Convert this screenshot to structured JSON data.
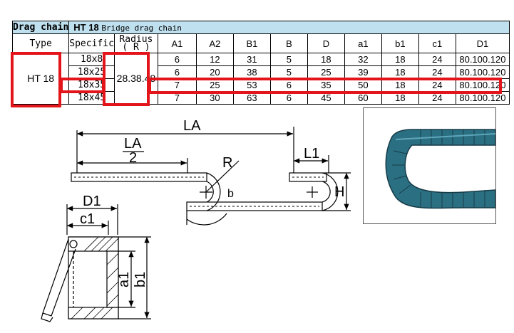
{
  "table": {
    "title_left": "Drag chain",
    "title_model": "HT 18",
    "title_desc": "Bridge drag chain",
    "headers": {
      "type": "Type",
      "specific": "Specific",
      "radius_line1": "Radius",
      "radius_line2": "( R )",
      "A1": "A1",
      "A2": "A2",
      "B1": "B1",
      "B": "B",
      "D": "D",
      "a1": "a1",
      "b1": "b1",
      "c1": "c1",
      "D1": "D1"
    },
    "type_value": "HT 18",
    "radius_value": "28.38.48",
    "rows": [
      {
        "specific": "18x8",
        "A1": "6",
        "A2": "12",
        "B1": "31",
        "B": "5",
        "D": "18",
        "a1": "32",
        "b1": "18",
        "c1": "24",
        "D1": "80.100.120"
      },
      {
        "specific": "18x25",
        "A1": "6",
        "A2": "20",
        "B1": "38",
        "B": "5",
        "D": "25",
        "a1": "39",
        "b1": "18",
        "c1": "24",
        "D1": "80.100.120"
      },
      {
        "specific": "18x35",
        "A1": "7",
        "A2": "25",
        "B1": "53",
        "B": "6",
        "D": "35",
        "a1": "50",
        "b1": "18",
        "c1": "24",
        "D1": "80.100.120"
      },
      {
        "specific": "18x45",
        "A1": "7",
        "A2": "30",
        "B1": "63",
        "B": "6",
        "D": "45",
        "a1": "60",
        "b1": "18",
        "c1": "24",
        "D1": "80.100.120"
      }
    ]
  },
  "diagram": {
    "LA": "LA",
    "LA_frac_num": "LA",
    "LA_frac_den": "2",
    "L1": "L1",
    "R": "R",
    "b": "b",
    "H": "H",
    "D1": "D1",
    "c1": "c1",
    "a1": "a1",
    "b1": "b1"
  },
  "colors": {
    "header_blue": "#bfe0ef",
    "highlight_red": "#e4141b",
    "chain_blue": "#2b6f83"
  }
}
